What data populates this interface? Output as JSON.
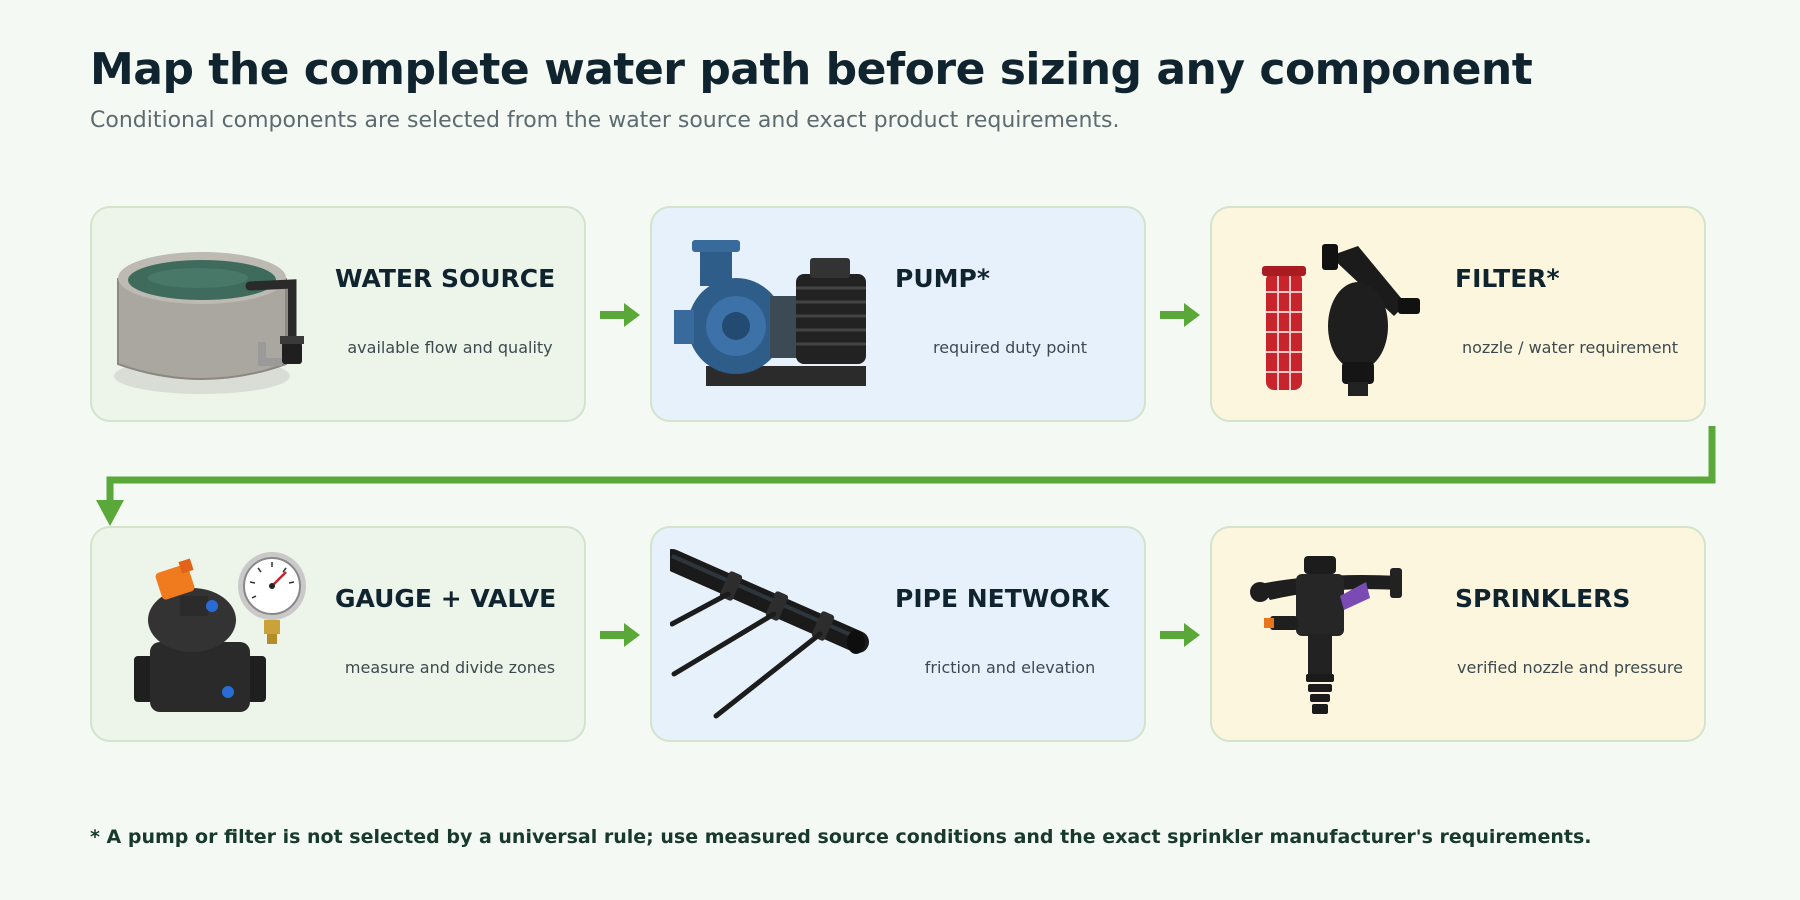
{
  "title": "Map the complete water path before sizing any component",
  "subtitle": "Conditional components are selected from the water source and exact product requirements.",
  "colors": {
    "flow_arrow": "#5aa83a",
    "card_green": "#edf5ea",
    "card_blue": "#e7f1fb",
    "card_yellow": "#fdf6de"
  },
  "steps": [
    {
      "title": "WATER SOURCE",
      "desc": "available flow and quality",
      "icon": "water-tank-icon"
    },
    {
      "title": "PUMP*",
      "desc": "required duty point",
      "icon": "centrifugal-pump-icon"
    },
    {
      "title": "FILTER*",
      "desc": "nozzle / water requirement",
      "icon": "screen-filter-icon"
    },
    {
      "title": "GAUGE + VALVE",
      "desc": "measure and divide zones",
      "icon": "pressure-gauge-valve-icon"
    },
    {
      "title": "PIPE NETWORK",
      "desc": "friction and elevation",
      "icon": "pipe-network-icon"
    },
    {
      "title": "SPRINKLERS",
      "desc": "verified nozzle and pressure",
      "icon": "impact-sprinkler-icon"
    }
  ],
  "footnote": "* A pump or filter is not selected by a universal rule; use measured source conditions and the exact sprinkler manufacturer's requirements."
}
